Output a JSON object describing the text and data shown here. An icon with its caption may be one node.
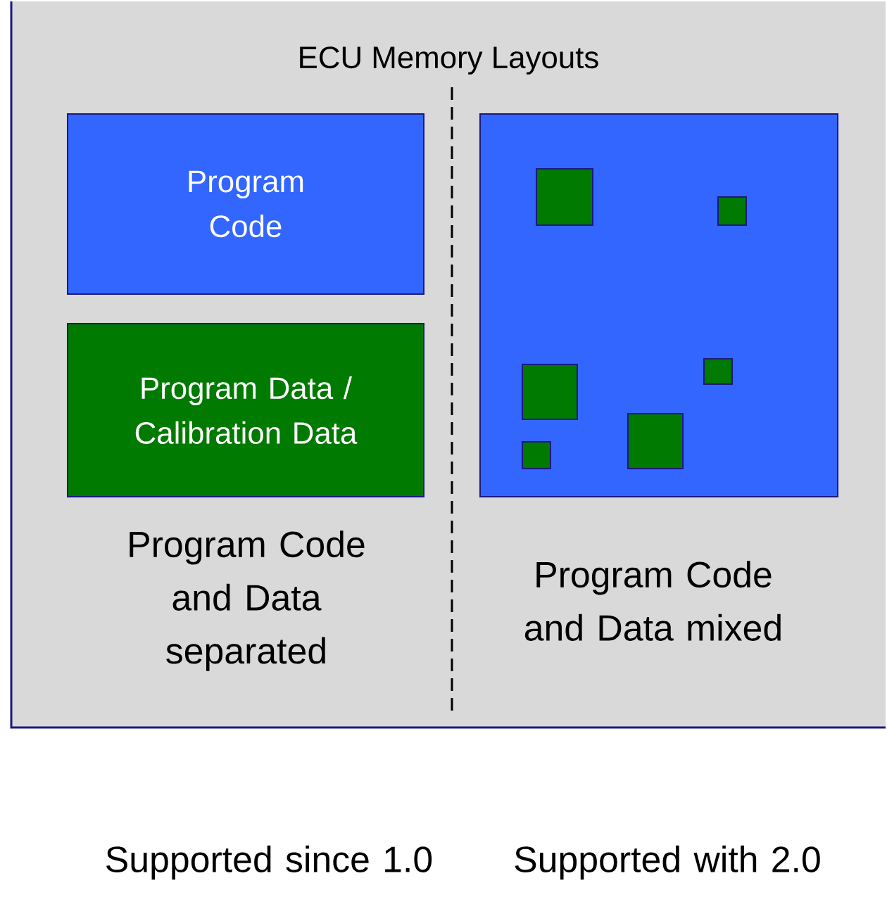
{
  "diagram": {
    "nodes": [
      {
        "text": [
          "ECU Memory Layouts"
        ]
      },
      {
        "text": [
          "Program Code"
        ],
        "in": 0
      },
      {
        "text": [
          "Program Data / Calibration Data"
        ],
        "in": 0
      },
      {
        "text": [],
        "shape": "box",
        "in": 0
      },
      {
        "text": [],
        "shape": "box",
        "in": 3
      },
      {
        "text": [],
        "shape": "box",
        "in": 3
      },
      {
        "text": [],
        "shape": "box",
        "in": 3
      },
      {
        "text": [],
        "shape": "box",
        "in": 3
      },
      {
        "text": [],
        "shape": "box",
        "in": 3
      },
      {
        "text": [],
        "shape": "box",
        "in": 3
      }
    ],
    "labels": [
      "Program Code and Data separated",
      "Program Code and Data mixed",
      "Supported since 1.0",
      "Supported with 2.0"
    ]
  }
}
